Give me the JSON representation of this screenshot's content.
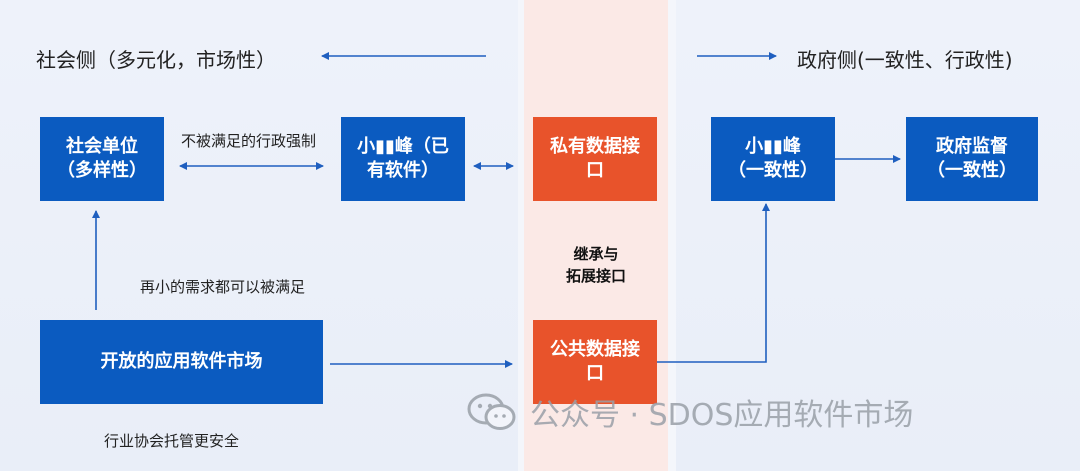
{
  "headings": {
    "left": "社会侧（多元化，市场性）",
    "right": "政府侧(一致性、行政性)"
  },
  "boxes": {
    "social_unit": "社会单位\n（多样性）",
    "small_left": "小▮▮峰（已\n有软件）",
    "private_api": "私有数据接\n口",
    "small_right": "小▮▮峰\n（一致性）",
    "gov_supervise": "政府监督\n（一致性）",
    "open_market": "开放的应用软件市场",
    "public_api": "公共数据接\n口"
  },
  "labels": {
    "admin_force": "不被满足的行政强制",
    "small_needs": "再小的需求都可以被满足",
    "inherit_extend": "继承与\n拓展接口",
    "industry_assoc": "行业协会托管更安全"
  },
  "watermark": {
    "text": "公众号 · SDOS应用软件市场",
    "icon": "wechat-icon"
  },
  "colors": {
    "blue": "#0b5bc0",
    "orange": "#e8532b",
    "arrow": "#1f5fbf"
  }
}
